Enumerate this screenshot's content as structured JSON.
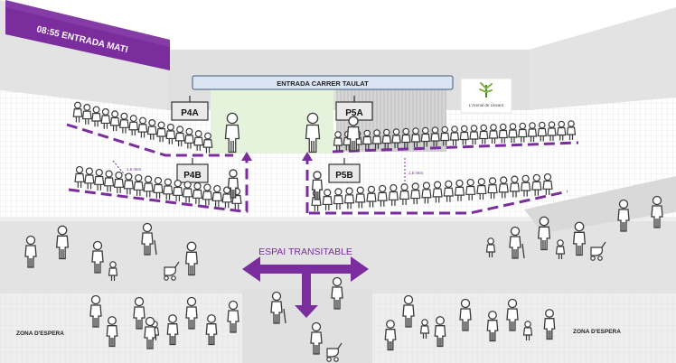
{
  "banner": {
    "text": "08:55 ENTRADA MATI"
  },
  "gate": {
    "title": "ENTRADA CARRER TAULAT"
  },
  "logo": {
    "text": "L'Arenal de Llevant"
  },
  "group_signs": [
    {
      "id": "p4a",
      "label": "P4A"
    },
    {
      "id": "p5a",
      "label": "P5A"
    },
    {
      "id": "p4b",
      "label": "P4B"
    },
    {
      "id": "p5b",
      "label": "P5B"
    }
  ],
  "distance_labels": [
    {
      "id": "left",
      "text": "1,5 mtrs"
    },
    {
      "id": "right",
      "text": "1,5 mtrs"
    }
  ],
  "walk_area": {
    "label": "ESPAI TRANSITABLE"
  },
  "waiting_zones": [
    {
      "id": "left",
      "label": "ZONA D'ESPERA"
    },
    {
      "id": "right",
      "label": "ZONA D'ESPERA"
    }
  ],
  "colors": {
    "accent": "#7b2d9e",
    "wall": "#e2e2e2",
    "grid": "#dcdcdc",
    "gate_bar": "#dbe4f2",
    "gate_stroke": "#3d5a80",
    "green": "#e6f3dc",
    "figure": "#3a3a3a"
  },
  "icons": [
    "person-icon",
    "child-icon",
    "elderly-icon",
    "stroller-icon",
    "double-arrow-icon",
    "logo-icon"
  ]
}
